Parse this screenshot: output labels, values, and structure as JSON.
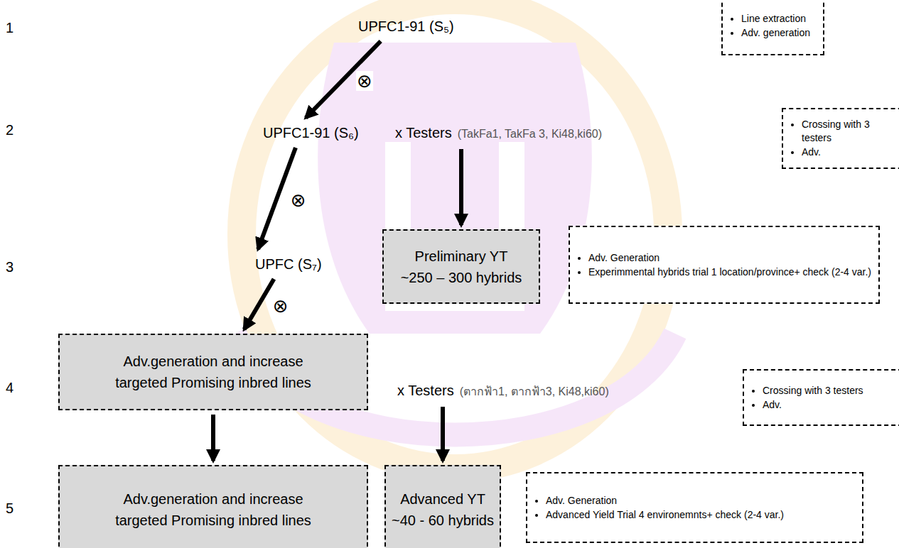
{
  "diagram": {
    "nodes": [
      {
        "text": [
          "UPFC1-91 (S₅)"
        ]
      },
      {
        "text": [
          "Line extraction",
          "Adv. generation"
        ]
      },
      {
        "text": [
          "UPFC1-91 (S₆)"
        ]
      },
      {
        "text": [
          "x Testers",
          "(TakFa1, TakFa 3, Ki48,ki60)"
        ]
      },
      {
        "text": [
          "Crossing with 3 testers",
          "Adv."
        ]
      },
      {
        "text": [
          "UPFC (S₇)"
        ]
      },
      {
        "text": [
          "Preliminary YT",
          "~250 – 300 hybrids"
        ]
      },
      {
        "text": [
          "Adv. Generation",
          "Experimmental hybrids trial 1 location/province+ check (2-4 var.)"
        ]
      },
      {
        "text": [
          "Adv.generation and increase targeted Promising inbred lines"
        ]
      },
      {
        "text": [
          "x Testers",
          "(ตากฟ้า1, ตากฟ้า3, Ki48,ki60)"
        ]
      },
      {
        "text": [
          "Crossing with 3 testers",
          "Adv."
        ]
      },
      {
        "text": [
          "Adv.generation and increase targeted Promising inbred lines"
        ]
      },
      {
        "text": [
          "Advanced YT",
          "~40 - 60 hybrids"
        ]
      },
      {
        "text": [
          "Adv. Generation",
          "Advanced Yield Trial 4 environemnts+ check (2-4 var.)"
        ]
      }
    ],
    "edges": [
      {
        "from": 0,
        "to": 2,
        "arrow": "to",
        "label": "⊗"
      },
      {
        "from": 2,
        "to": 5,
        "arrow": "to",
        "label": "⊗"
      },
      {
        "from": 3,
        "to": 6,
        "arrow": "to"
      },
      {
        "from": 5,
        "to": 8,
        "arrow": "to",
        "label": "⊗"
      },
      {
        "from": 8,
        "to": 11,
        "arrow": "to"
      },
      {
        "from": 9,
        "to": 12,
        "arrow": "to"
      }
    ],
    "labels": [
      "1",
      "2",
      "3",
      "4",
      "5"
    ]
  }
}
